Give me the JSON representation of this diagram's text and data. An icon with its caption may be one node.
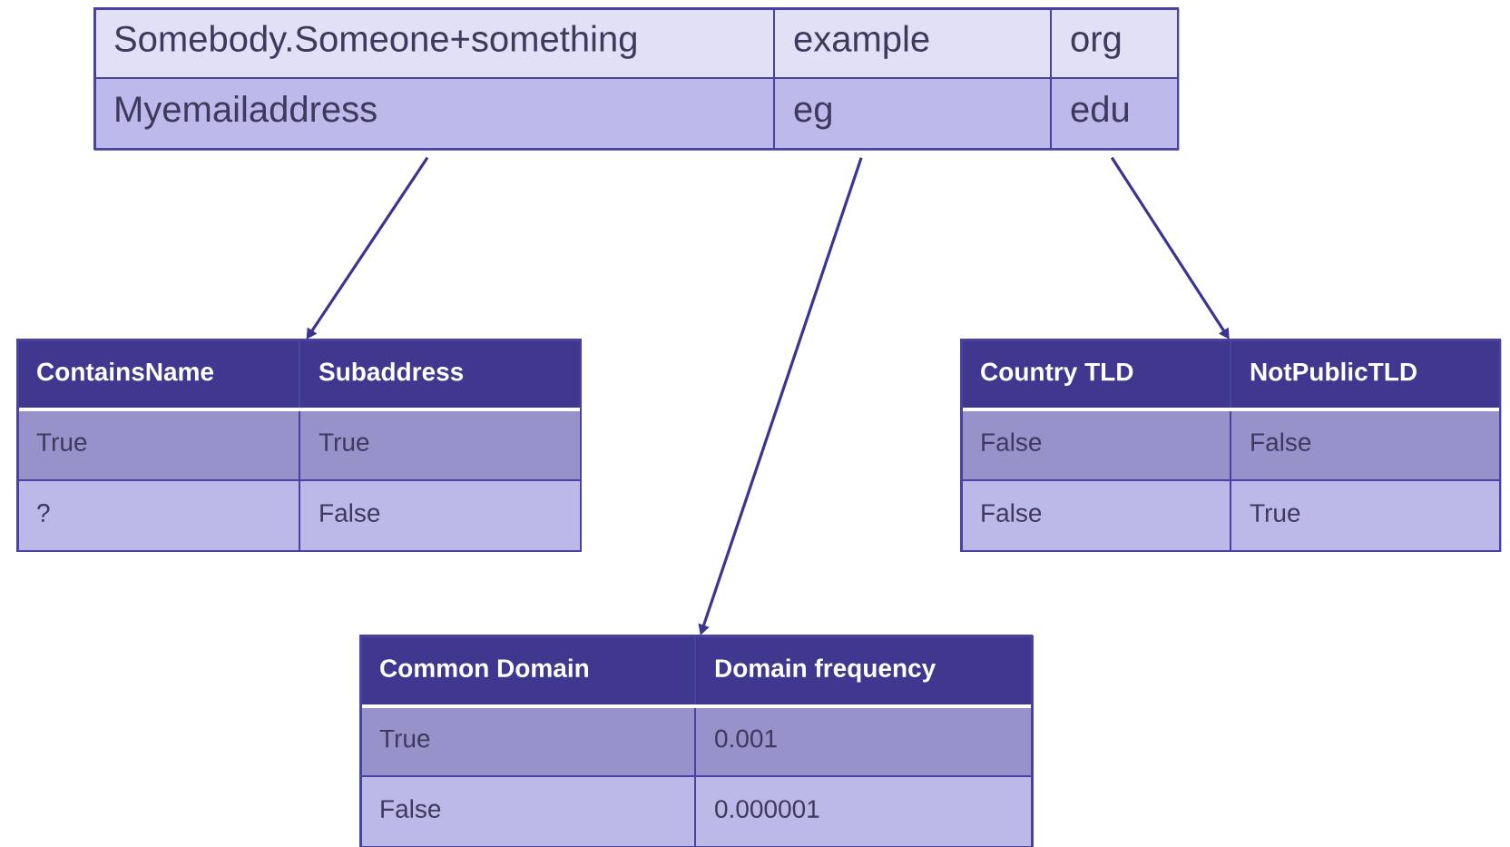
{
  "diagram": {
    "nodes": [
      {
        "text": [
          "Somebody.Someone+something",
          "example",
          "org",
          "Myemailaddress",
          "eg",
          "edu"
        ]
      },
      {
        "text": [
          "ContainsName",
          "Subaddress",
          "True",
          "True",
          "?",
          "False"
        ]
      },
      {
        "text": [
          "Country TLD",
          "NotPublicTLD",
          "False",
          "False",
          "False",
          "True"
        ]
      },
      {
        "text": [
          "Common Domain",
          "Domain frequency",
          "True",
          "0.001",
          "False",
          "0.000001"
        ]
      }
    ],
    "edges": [
      {
        "from": 0,
        "to": 1,
        "arrow": "to"
      },
      {
        "from": 0,
        "to": 3,
        "arrow": "to"
      },
      {
        "from": 0,
        "to": 2,
        "arrow": "to"
      }
    ]
  }
}
